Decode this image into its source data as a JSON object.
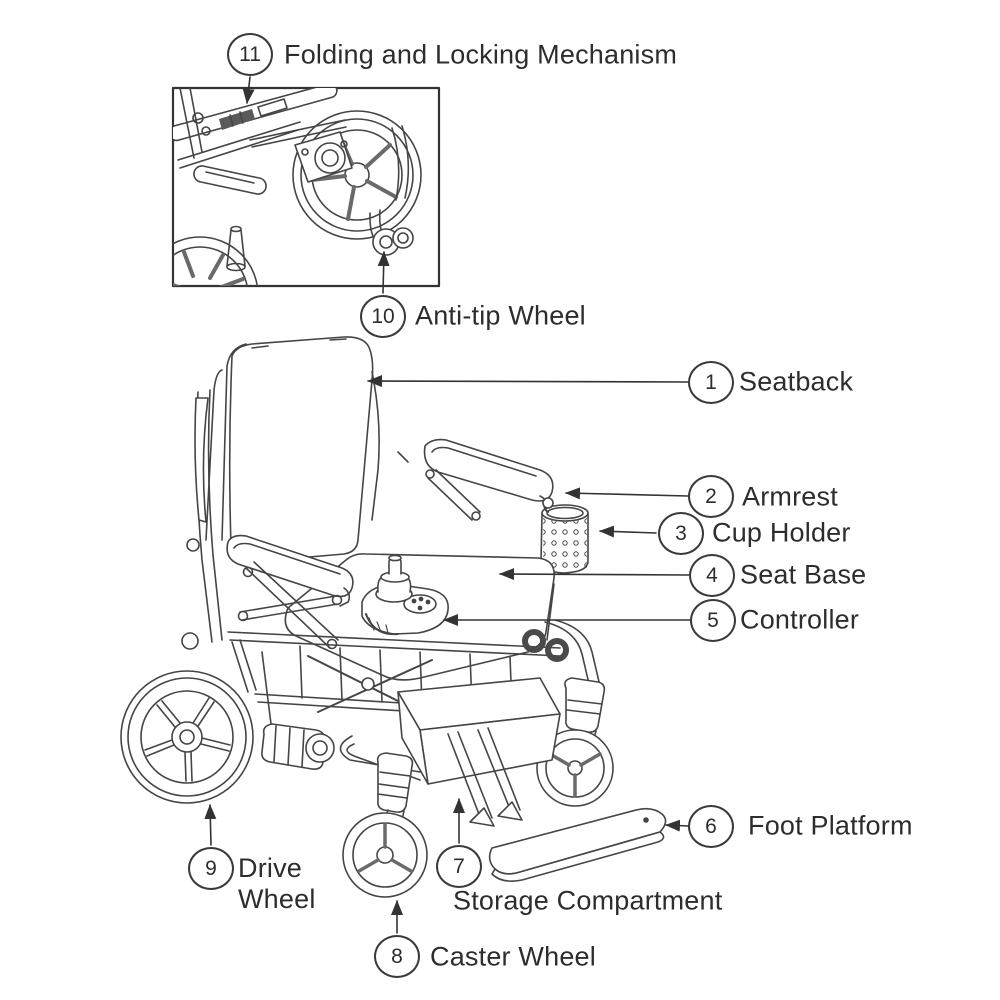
{
  "diagram": {
    "subject": "Folding electric wheelchair labeled parts diagram",
    "style": "black-and-white line art with numbered callouts",
    "line_color": "#454545",
    "text_color": "#2d2d2d",
    "background_color": "#ffffff",
    "inset": {
      "description": "close-up detail box of rear folding mechanism and anti-tip wheel"
    }
  },
  "callouts": {
    "c1": {
      "num": "1",
      "label": "Seatback"
    },
    "c2": {
      "num": "2",
      "label": "Armrest"
    },
    "c3": {
      "num": "3",
      "label": "Cup Holder"
    },
    "c4": {
      "num": "4",
      "label": "Seat Base"
    },
    "c5": {
      "num": "5",
      "label": "Controller"
    },
    "c6": {
      "num": "6",
      "label": "Foot Platform"
    },
    "c7": {
      "num": "7",
      "label": "Storage Compartment"
    },
    "c8": {
      "num": "8",
      "label": "Caster Wheel"
    },
    "c9": {
      "num": "9",
      "label": "Drive Wheel"
    },
    "c10": {
      "num": "10",
      "label": "Anti-tip Wheel"
    },
    "c11": {
      "num": "11",
      "label": "Folding and Locking Mechanism"
    }
  }
}
